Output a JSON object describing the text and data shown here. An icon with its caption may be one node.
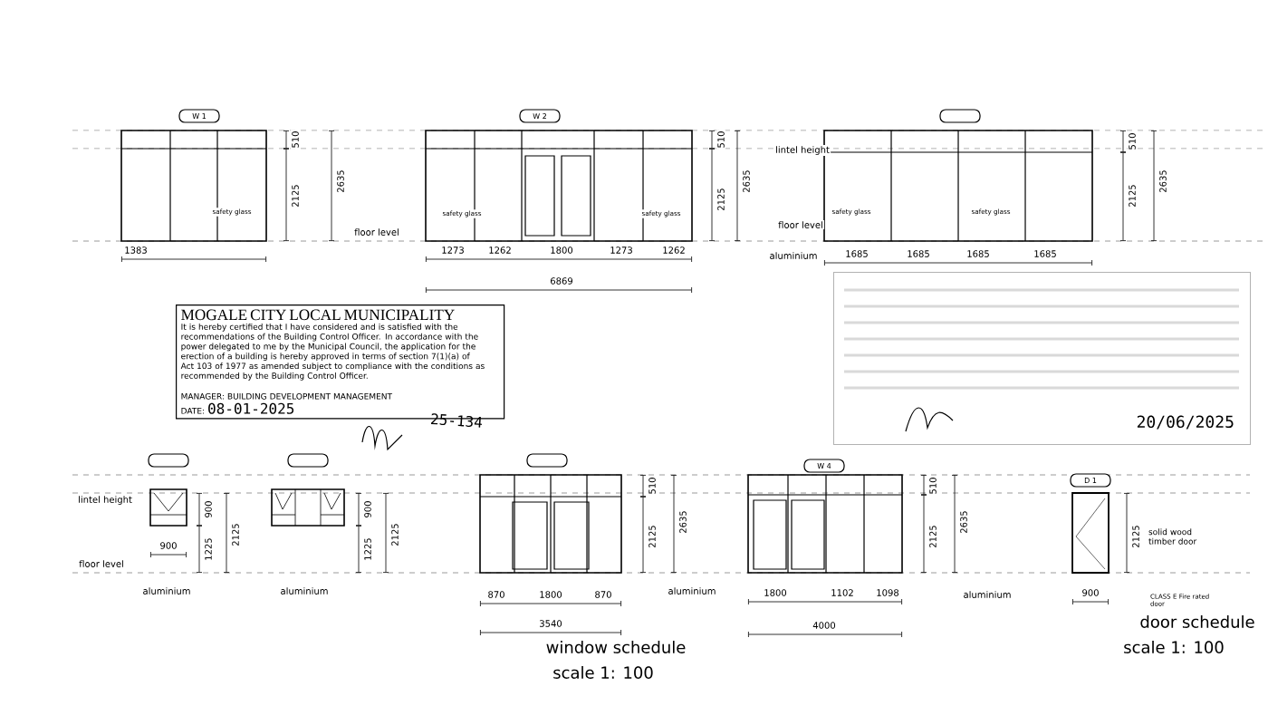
{
  "diagram": {
    "nodes": [
      {
        "text": [
          "W 1"
        ]
      },
      {
        "text": [
          "W 2"
        ]
      },
      {
        "text": [],
        "shape": "box"
      },
      {
        "text": [
          "MOGALE CITY LOCAL MUNICIPALITY",
          "It is hereby certified that I have considered and is satisfied with the recommendations of the Building Control Officer. In accordance with the power delegated to me by the Municipal Council, the application for the erection of a building is hereby approved in terms of section 7(1)(a) of Act 103 of 1977 as amended subject to compliance with the conditions as recommended by the Building Control Officer.",
          "MANAGER: BUILDING DEVELOPMENT MANAGEMENT",
          "DATE:",
          "08-01-2025",
          "25-134"
        ]
      },
      {
        "text": [
          "20/06/2025"
        ]
      },
      {
        "text": [],
        "shape": "box"
      },
      {
        "text": [],
        "shape": "box"
      },
      {
        "text": [],
        "shape": "box"
      },
      {
        "text": [
          "W 4"
        ]
      },
      {
        "text": [
          "D 1"
        ]
      }
    ],
    "labels": [
      "1383",
      "safety glass",
      "510",
      "2125",
      "2635",
      "floor level",
      "safety glass",
      "safety glass",
      "1273",
      "1262",
      "1800",
      "1273",
      "1262",
      "6869",
      "510",
      "2125",
      "2635",
      "lintel height",
      "floor level",
      "aluminium",
      "safety glass",
      "safety glass",
      "1685",
      "1685",
      "1685",
      "1685",
      "510",
      "2125",
      "2635",
      "lintel height",
      "floor level",
      "900",
      "900",
      "1225",
      "2125",
      "aluminium",
      "900",
      "1225",
      "2125",
      "aluminium",
      "870",
      "1800",
      "870",
      "3540",
      "510",
      "2125",
      "2635",
      "aluminium",
      "1800",
      "1102",
      "1098",
      "4000",
      "510",
      "2125",
      "2635",
      "aluminium",
      "2125",
      "solid wood timber door",
      "900",
      "CLASS E Fire rated door",
      "window schedule",
      "scale 1: 100",
      "door schedule",
      "scale 1: 100"
    ]
  }
}
